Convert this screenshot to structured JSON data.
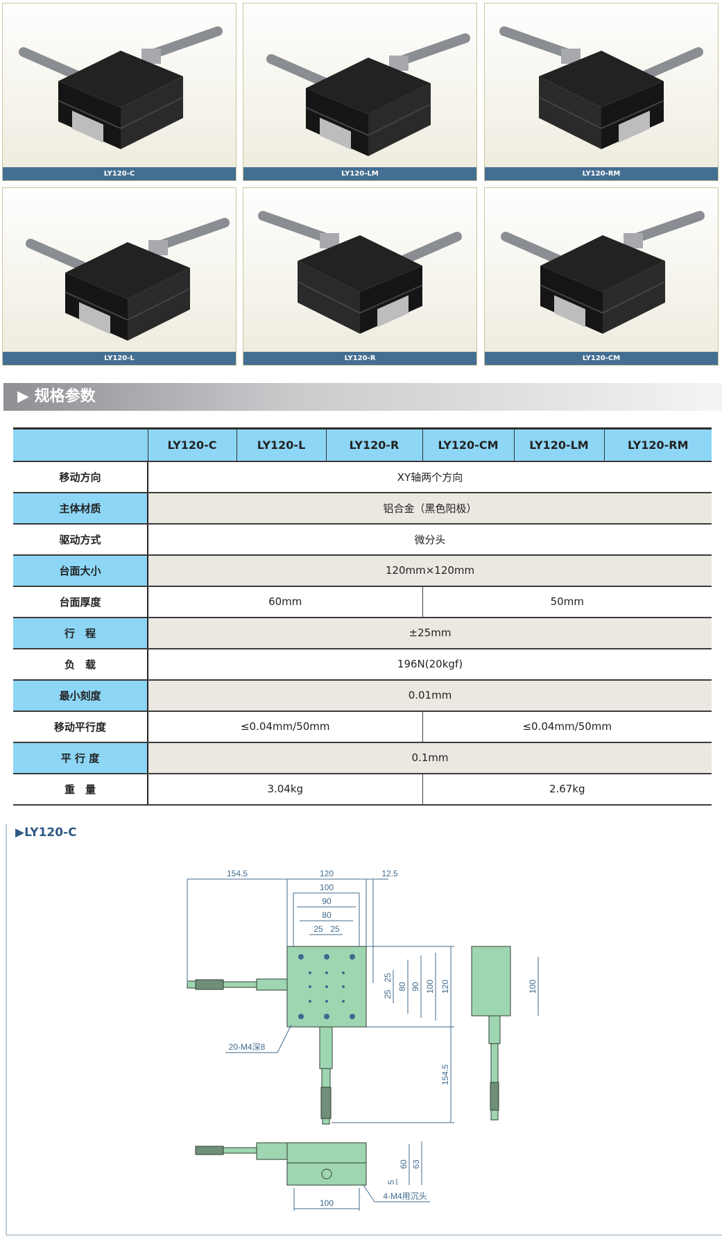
{
  "products": [
    {
      "label": "LY120-C"
    },
    {
      "label": "LY120-LM"
    },
    {
      "label": "LY120-RM"
    },
    {
      "label": "LY120-L"
    },
    {
      "label": "LY120-R"
    },
    {
      "label": "LY120-CM"
    }
  ],
  "section_title": "▶ 规格参数",
  "table": {
    "headers": [
      "",
      "LY120-C",
      "LY120-L",
      "LY120-R",
      "LY120-CM",
      "LY120-LM",
      "LY120-RM"
    ],
    "rows": [
      {
        "label": "移动方向",
        "values": [
          "XY轴两个方向"
        ]
      },
      {
        "label": "主体材质",
        "values": [
          "铝合金（黑色阳极）"
        ]
      },
      {
        "label": "驱动方式",
        "values": [
          "微分头"
        ]
      },
      {
        "label": "台面大小",
        "values": [
          "120mm×120mm"
        ]
      },
      {
        "label": "台面厚度",
        "values": [
          "60mm",
          "50mm"
        ]
      },
      {
        "label": "行　程",
        "values": [
          "±25mm"
        ]
      },
      {
        "label": "负　载",
        "values": [
          "196N(20kgf)"
        ]
      },
      {
        "label": "最小刻度",
        "values": [
          "0.01mm"
        ]
      },
      {
        "label": "移动平行度",
        "values": [
          "≤0.04mm/50mm",
          "≤0.04mm/50mm"
        ]
      },
      {
        "label": "平 行 度",
        "values": [
          "0.1mm"
        ]
      },
      {
        "label": "重　量",
        "values": [
          "3.04kg",
          "2.67kg"
        ]
      }
    ]
  },
  "drawing": {
    "title": "▶LY120-C",
    "dims": {
      "d154_5": "154.5",
      "d120": "120",
      "d12_5": "12.5",
      "d100": "100",
      "d90": "90",
      "d80": "80",
      "d25a": "25",
      "d25b": "25",
      "v25a": "25",
      "v25b": "25",
      "v80": "80",
      "v90": "90",
      "v100": "100",
      "v120": "120",
      "v154_5": "154.5",
      "side100": "100",
      "f5": "5",
      "f60": "60",
      "f63": "63",
      "f100": "100"
    },
    "notes": {
      "holes": "20-M4深8",
      "counterbore": "4-M4用沉头"
    }
  }
}
